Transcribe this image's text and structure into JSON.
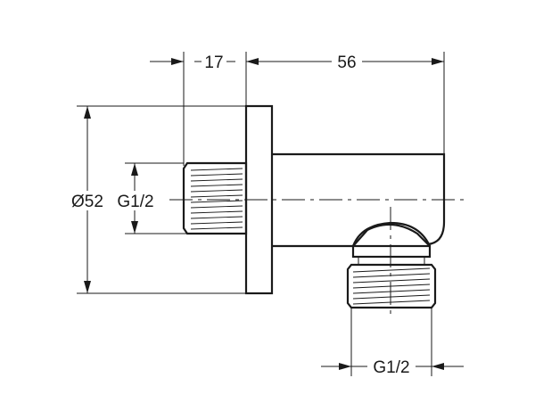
{
  "dimensions": {
    "flange_offset": "17",
    "body_length": "56",
    "flange_diameter": "Ø52",
    "inlet_thread": "G1/2",
    "outlet_thread": "G1/2"
  }
}
